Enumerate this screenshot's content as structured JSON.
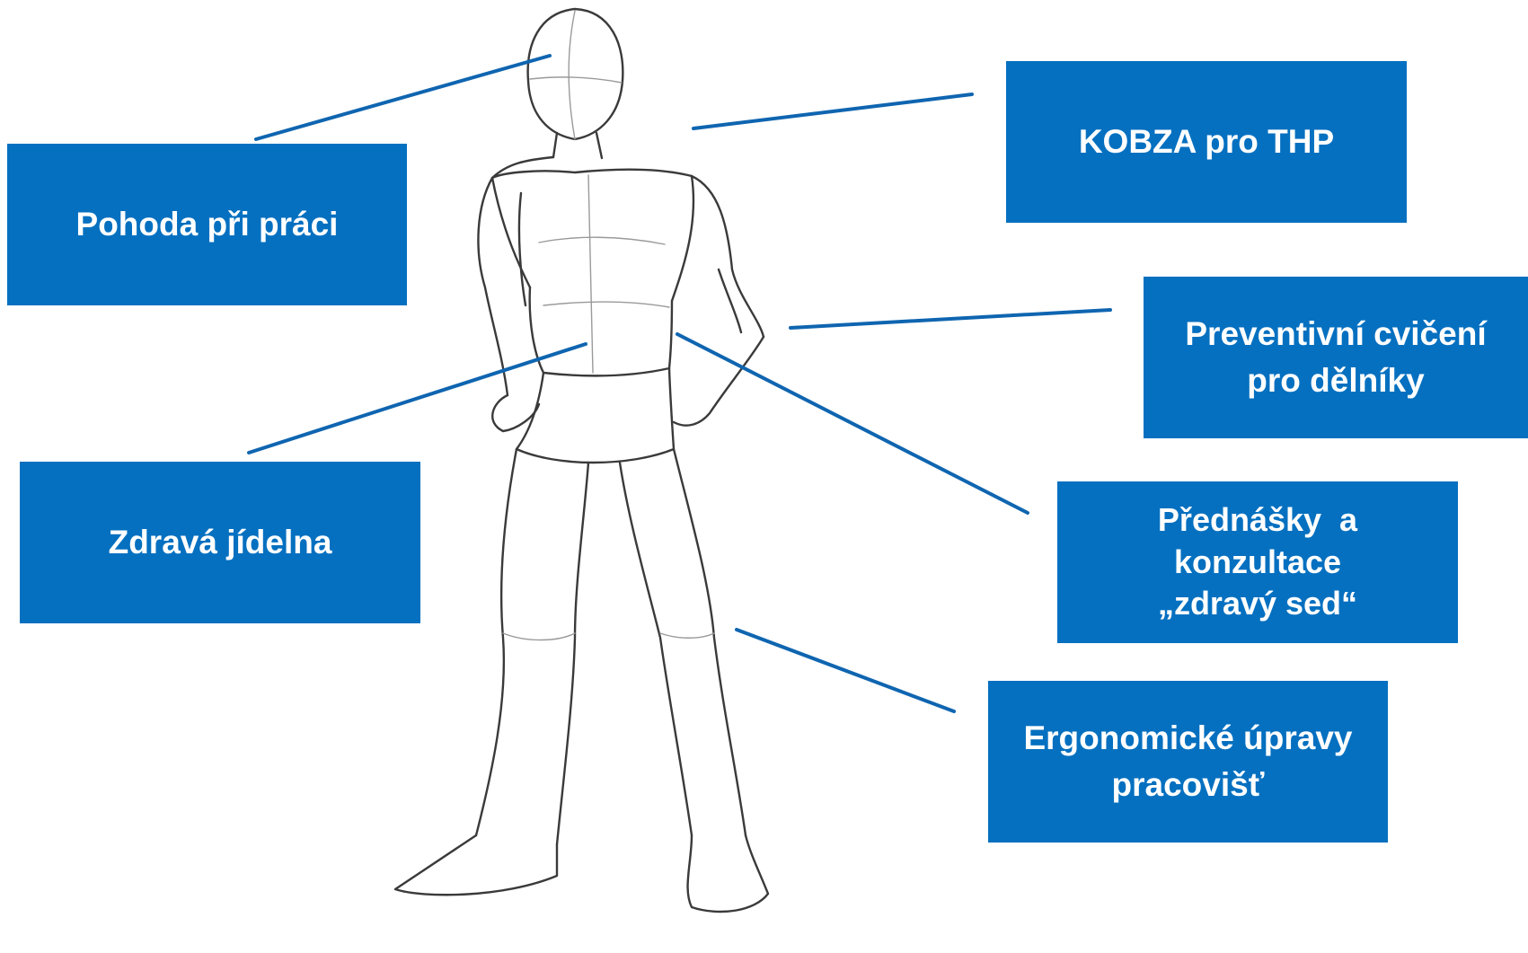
{
  "figure": {
    "subject": "human-figure-sketch",
    "accent_color": "#0570c0",
    "line_color": "#0f65b0"
  },
  "labels": {
    "pohoda": {
      "lines": [
        "Pohoda při práci"
      ]
    },
    "kobza": {
      "lines": [
        "KOBZA pro THP"
      ]
    },
    "preventivni": {
      "lines": [
        "Preventivní cvičení",
        "pro dělníky"
      ]
    },
    "prednasky": {
      "lines": [
        "Přednášky  a",
        "konzultace",
        "„zdravý sed“"
      ]
    },
    "jidelna": {
      "lines": [
        "Zdravá jídelna"
      ]
    },
    "ergonomicke": {
      "lines": [
        "Ergonomické úpravy",
        "pracovišť"
      ]
    }
  }
}
